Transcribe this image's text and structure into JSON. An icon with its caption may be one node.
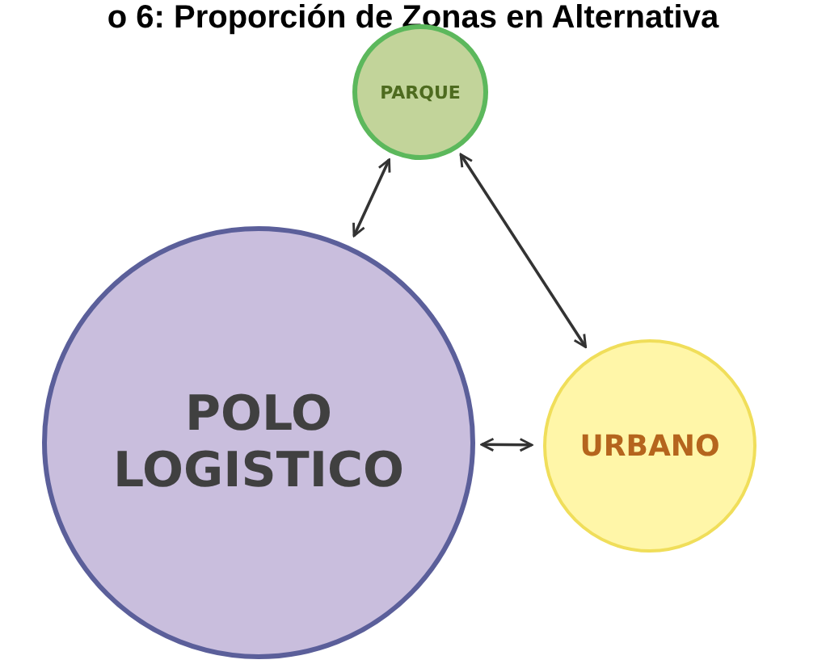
{
  "diagram": {
    "title": "o 6: Proporción de Zonas en Alternativa",
    "nodes": [
      {
        "text": [
          "PARQUE"
        ]
      },
      {
        "text": [
          "POLO LOGISTICO"
        ]
      },
      {
        "text": [
          "URBANO"
        ]
      }
    ],
    "edges": [
      {
        "from": 0,
        "to": 1,
        "arrow": "both"
      },
      {
        "from": 0,
        "to": 2,
        "arrow": "both"
      },
      {
        "from": 1,
        "to": 2,
        "arrow": "both"
      }
    ]
  }
}
